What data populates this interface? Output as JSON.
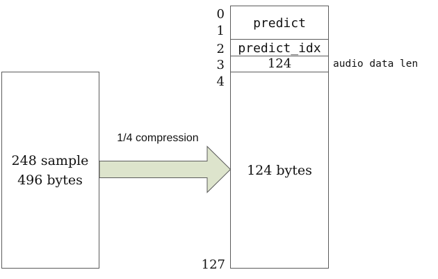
{
  "source": {
    "line1": "248 sample",
    "line2": "496 bytes"
  },
  "arrow": {
    "label": "1/4 compression",
    "fill_color": "#dde4cc"
  },
  "target": {
    "rows": {
      "predict": "predict",
      "predict_idx": "predict_idx",
      "len_value": "124",
      "body": "124 bytes"
    },
    "indices": [
      "0",
      "1",
      "2",
      "3",
      "4",
      "127"
    ],
    "annotation": "audio data len"
  },
  "colors": {
    "stroke": "#5a5a5a",
    "text": "#111111"
  }
}
